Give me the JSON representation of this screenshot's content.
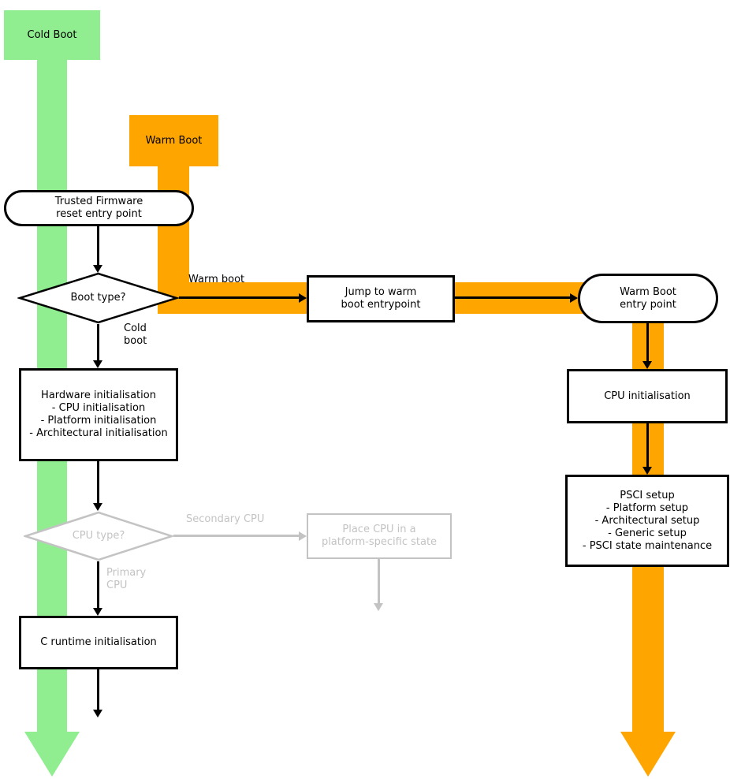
{
  "colors": {
    "green": "#90EE90",
    "orange": "#FFA500",
    "gray": "#c3c3c3"
  },
  "bands": {
    "cold_boot_label": "Cold Boot",
    "warm_boot_label": "Warm Boot"
  },
  "nodes": {
    "reset_entry": {
      "lines": [
        "Trusted Firmware",
        "reset entry point"
      ]
    },
    "boot_type": {
      "label": "Boot type?"
    },
    "jump_warm_boot": {
      "lines": [
        "Jump to warm",
        "boot entrypoint"
      ]
    },
    "warm_boot_entry": {
      "lines": [
        "Warm Boot",
        "entry point"
      ]
    },
    "hardware_init": {
      "lines": [
        "Hardware initialisation",
        "- CPU initialisation",
        "- Platform initialisation",
        "- Architectural initialisation"
      ]
    },
    "cpu_type": {
      "label": "CPU type?"
    },
    "place_cpu": {
      "lines": [
        "Place CPU in a",
        "platform-specific state"
      ]
    },
    "c_runtime": {
      "label": "C runtime initialisation"
    },
    "cpu_init": {
      "label": "CPU initialisation"
    },
    "psci_setup": {
      "lines": [
        "PSCI setup",
        "- Platform setup",
        "- Architectural setup",
        "- Generic setup",
        "- PSCI state maintenance"
      ]
    }
  },
  "edge_labels": {
    "warm_boot": "Warm boot",
    "cold_boot_line1": "Cold",
    "cold_boot_line2": "boot",
    "secondary_cpu": "Secondary CPU",
    "primary_cpu_line1": "Primary",
    "primary_cpu_line2": "CPU"
  }
}
